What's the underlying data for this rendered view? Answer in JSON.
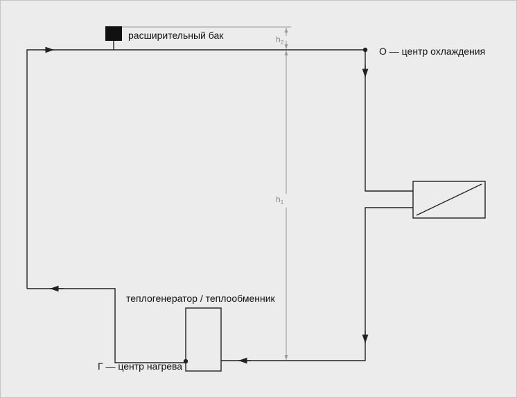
{
  "labels": {
    "expansion_tank": "расширительный бак",
    "cooling_center": "О — центр охлаждения",
    "heat_generator": "теплогенератор / теплообменник",
    "heating_center": "Г — центр нагрева"
  },
  "dimensions": {
    "h1": {
      "symbol": "h",
      "subscript": "1"
    },
    "h2": {
      "symbol": "h",
      "subscript": "2"
    }
  },
  "colors": {
    "background": "#ececec",
    "line": "#222222",
    "dimension_line": "#999999",
    "tank_fill": "#111111"
  }
}
